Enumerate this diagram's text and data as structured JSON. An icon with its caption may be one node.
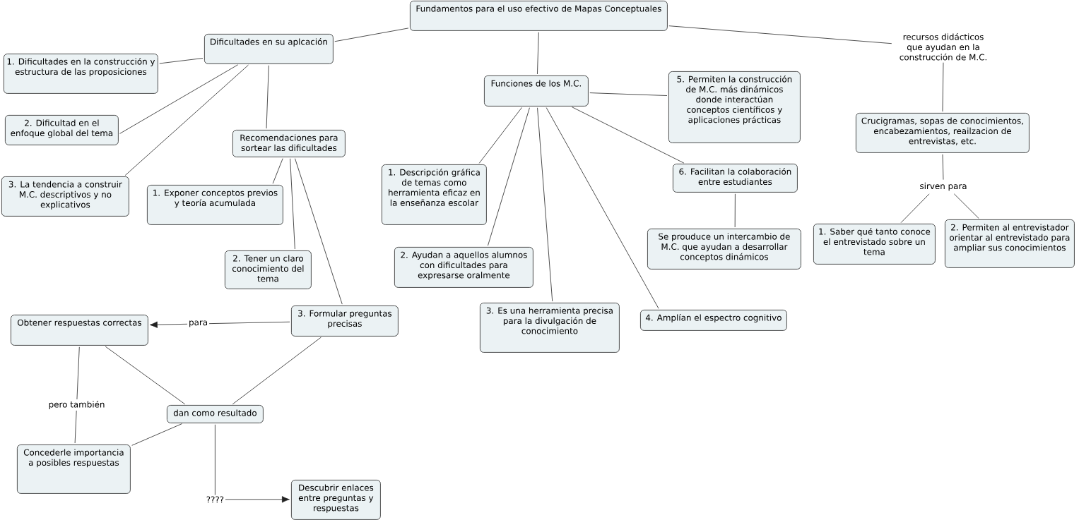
{
  "diagram": {
    "nodes": [
      {
        "text": [
          "Fundamentos para el uso efectivo de Mapas Conceptuales"
        ]
      },
      {
        "text": [
          "Dificultades en su aplcación"
        ]
      },
      {
        "text": [
          "1. Dificultades en la construcción y estructura de las proposiciones"
        ]
      },
      {
        "text": [
          "2. Dificultad en el enfoque global del tema"
        ]
      },
      {
        "text": [
          "3. La tendencia a construir M.C. descriptivos y no explicativos"
        ]
      },
      {
        "text": [
          "Recomendaciones para sortear las dificultades"
        ]
      },
      {
        "text": [
          "1. Exponer conceptos previos y teoría acumulada"
        ]
      },
      {
        "text": [
          "2. Tener un claro conocimiento del tema"
        ]
      },
      {
        "text": [
          "3. Formular preguntas precisas"
        ]
      },
      {
        "text": [
          "Obtener respuestas correctas"
        ]
      },
      {
        "text": [
          "dan como resultado"
        ]
      },
      {
        "text": [
          "Concederle importancia a posibles respuestas"
        ]
      },
      {
        "text": [
          "Descubrir enlaces entre preguntas y respuestas"
        ]
      },
      {
        "text": [
          "Funciones de los M.C."
        ]
      },
      {
        "text": [
          "5. Permiten la construcción de M.C. más dinámicos donde interactúan conceptos científicos y aplicaciones prácticas"
        ]
      },
      {
        "text": [
          "1. Descripción gráfica de temas como herramienta eficaz en la enseñanza escolar"
        ]
      },
      {
        "text": [
          "6. Facilitan la colaboración entre estudiantes"
        ]
      },
      {
        "text": [
          "2. Ayudan a aquellos alumnos con dificultades para expresarse oralmente"
        ]
      },
      {
        "text": [
          "Se prouduce un intercambio de M.C. que ayudan a desarrollar conceptos dinámicos"
        ]
      },
      {
        "text": [
          "3. Es una herramienta precisa para la divulgación de conocimiento"
        ]
      },
      {
        "text": [
          "4. Amplían el espectro cognitivo"
        ]
      },
      {
        "text": [
          "recursos didácticos que ayudan en la construcción de M.C."
        ]
      },
      {
        "text": [
          "Crucigramas, sopas de conocimientos, encabezamientos, reailzacion de entrevistas, etc."
        ]
      },
      {
        "text": [
          "sirven para"
        ]
      },
      {
        "text": [
          "1. Saber qué tanto conoce el entrevistado sobre un tema"
        ]
      },
      {
        "text": [
          "2. Permiten al entrevistador orientar al entrevistado para ampliar sus conocimientos"
        ]
      }
    ],
    "edges": [
      {
        "from": 0,
        "to": 1,
        "arrow": "none"
      },
      {
        "from": 1,
        "to": 2,
        "arrow": "none"
      },
      {
        "from": 1,
        "to": 3,
        "arrow": "none"
      },
      {
        "from": 1,
        "to": 4,
        "arrow": "none"
      },
      {
        "from": 1,
        "to": 5,
        "arrow": "none"
      },
      {
        "from": 5,
        "to": 6,
        "arrow": "none"
      },
      {
        "from": 5,
        "to": 7,
        "arrow": "none"
      },
      {
        "from": 5,
        "to": 8,
        "arrow": "none"
      },
      {
        "from": 8,
        "to": 9,
        "arrow": "to",
        "label": "para"
      },
      {
        "from": 9,
        "to": 10,
        "arrow": "none"
      },
      {
        "from": 8,
        "to": 10,
        "arrow": "none"
      },
      {
        "from": 9,
        "to": 11,
        "arrow": "none",
        "label": "pero también"
      },
      {
        "from": 10,
        "to": 11,
        "arrow": "none"
      },
      {
        "from": 10,
        "to": 12,
        "arrow": "to",
        "label": "????"
      },
      {
        "from": 0,
        "to": 13,
        "arrow": "none"
      },
      {
        "from": 13,
        "to": 14,
        "arrow": "none"
      },
      {
        "from": 13,
        "to": 15,
        "arrow": "none"
      },
      {
        "from": 13,
        "to": 17,
        "arrow": "none"
      },
      {
        "from": 13,
        "to": 19,
        "arrow": "none"
      },
      {
        "from": 13,
        "to": 20,
        "arrow": "none"
      },
      {
        "from": 13,
        "to": 16,
        "arrow": "none"
      },
      {
        "from": 16,
        "to": 18,
        "arrow": "none"
      },
      {
        "from": 0,
        "to": 21,
        "arrow": "none"
      },
      {
        "from": 21,
        "to": 22,
        "arrow": "none"
      },
      {
        "from": 22,
        "to": 23,
        "arrow": "none"
      },
      {
        "from": 23,
        "to": 24,
        "arrow": "none"
      },
      {
        "from": 23,
        "to": 25,
        "arrow": "none"
      }
    ]
  }
}
